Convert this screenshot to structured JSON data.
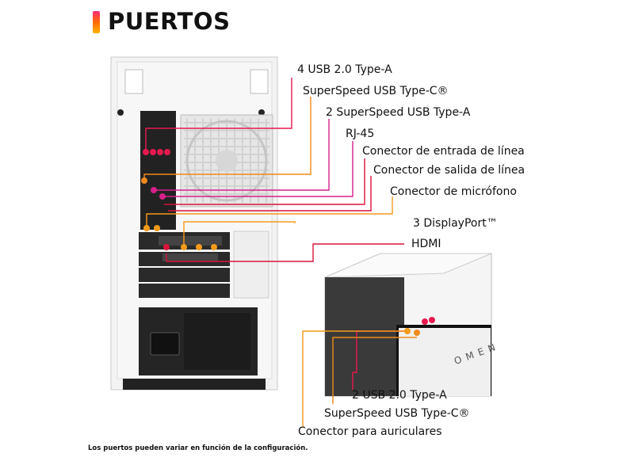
{
  "title": "PUERTOS",
  "rear_labels": [
    "4 USB 2.0 Type-A",
    "SuperSpeed USB Type-C®",
    "2 SuperSpeed USB Type-A",
    "RJ-45",
    "Conector de entrada de línea",
    "Conector de salida de línea",
    "Conector de micrófono",
    "3 DisplayPort™",
    "HDMI"
  ],
  "front_labels": [
    "2 USB 2.0 Type-A",
    "SuperSpeed USB Type-C®",
    "Conector para auriculares"
  ],
  "case_logo": "OMEN",
  "footnote": "Los puertos pueden variar en función de la configuración.",
  "colors": {
    "usb2": "#e8194f",
    "usbc": "#f08a1c",
    "magenta": "#d6208a",
    "red": "#d8143a",
    "orange": "#f59a1a"
  }
}
